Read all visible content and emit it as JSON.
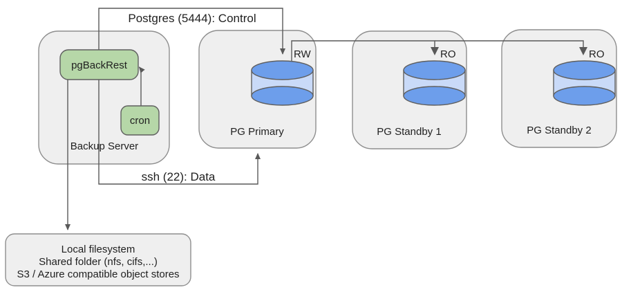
{
  "diagram": {
    "nodes": {
      "backup_server": {
        "label": "Backup Server"
      },
      "pgbackrest": {
        "label": "pgBackRest"
      },
      "cron": {
        "label": "cron"
      },
      "pg_primary": {
        "label": "PG Primary",
        "mode": "RW"
      },
      "pg_standby_1": {
        "label": "PG Standby 1",
        "mode": "RO"
      },
      "pg_standby_2": {
        "label": "PG Standby 2",
        "mode": "RO"
      },
      "storage": {
        "lines": [
          "Local filesystem",
          "Shared folder (nfs, cifs,...)",
          "S3 / Azure compatible object stores"
        ]
      }
    },
    "edges": {
      "control": {
        "label": "Postgres (5444): Control"
      },
      "ssh": {
        "label": "ssh (22): Data"
      }
    },
    "colors": {
      "container_fill": "#efefef",
      "container_border": "#8e8e8e",
      "process_fill": "#b6d7a8",
      "process_border": "#5f5f5f",
      "db_cap_fill": "#6d9eeb",
      "db_body_fill": "#c9daf8",
      "connector": "#595959",
      "text": "#1f1f1f",
      "background": "#ffffff"
    }
  }
}
